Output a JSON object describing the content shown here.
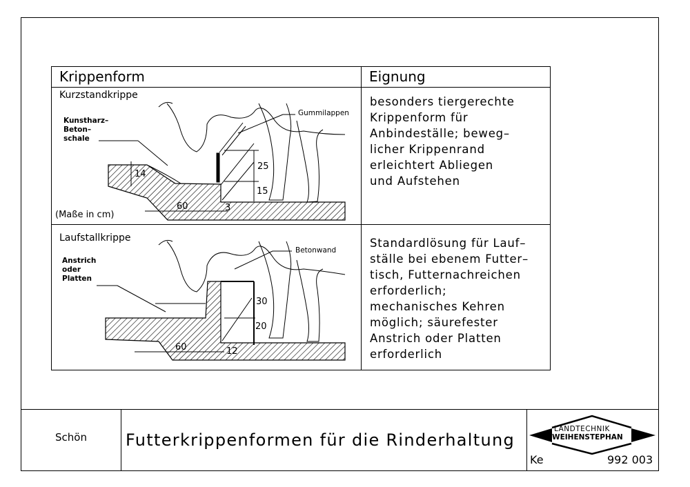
{
  "table": {
    "col_headers": [
      "Krippenform",
      "Eignung"
    ],
    "rows": [
      {
        "name": "Kurzstandkrippe",
        "labels": [
          "Kunstharz–\nBeton–\nschale",
          "Gummilappen"
        ],
        "dimensions": [
          "14",
          "25",
          "15",
          "60",
          "3"
        ],
        "note": "(Maße in cm)",
        "suitability": "besonders tiergerechte\nKrippenform für\nAnbindeställe; beweg–\nlicher Krippenrand\nerleichtert Abliegen\nund Aufstehen"
      },
      {
        "name": "Laufstallkrippe",
        "labels": [
          "Anstrich\noder\nPlatten",
          "Betonwand"
        ],
        "dimensions": [
          "30",
          "20",
          "60",
          "12"
        ],
        "suitability": "Standardlösung für Lauf–\nställe bei ebenem Futter–\ntisch, Futternachreichen\nerforderlich;\nmechanisches Kehren\nmöglich; säurefester\nAnstrich oder Platten\nerforderlich"
      }
    ]
  },
  "title_block": {
    "author": "Schön",
    "title": "Futterkrippenformen für die Rinderhaltung",
    "logo_line1": "LANDTECHNIK",
    "logo_line2": "WEIHENSTEPHAN",
    "code_prefix": "Ke",
    "number": "992 003"
  }
}
